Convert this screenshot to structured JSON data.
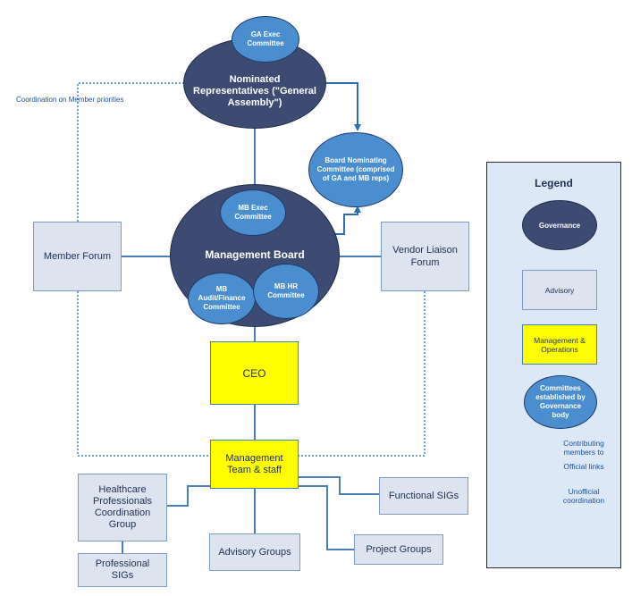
{
  "nodes": {
    "ga_exec": "GA Exec Committee",
    "general_assembly": "Nominated Representatives (\"General Assembly\")",
    "board_nominating": "Board Nominating Committee (comprised of GA and MB reps)",
    "mb_exec": "MB Exec Committee",
    "management_board": "Management Board",
    "mb_audit": "MB Audit/Finance Committee",
    "mb_hr": "MB HR Committee",
    "member_forum": "Member Forum",
    "vendor_forum": "Vendor Liaison Forum",
    "ceo": "CEO",
    "mgmt_team": "Management Team & staff",
    "healthcare_group": "Healthcare Professionals Coordination Group",
    "professional_sigs": "Professional SIGs",
    "advisory_groups": "Advisory Groups",
    "project_groups": "Project Groups",
    "functional_sigs": "Functional SIGs"
  },
  "annotation": "Coordination on Member priorities",
  "legend": {
    "title": "Legend",
    "governance": "Governance",
    "advisory": "Advisory",
    "management": "Management & Operations",
    "committees": "Committees established by Governance body",
    "contributing": "Contributing members to",
    "official": "Official links",
    "unofficial": "Unofficial coordination"
  },
  "colors": {
    "governance": "#3d4b73",
    "committee": "#4a8ed0",
    "advisory": "#dde4ef",
    "management": "#ffff00",
    "link": "#4a7fbf"
  }
}
